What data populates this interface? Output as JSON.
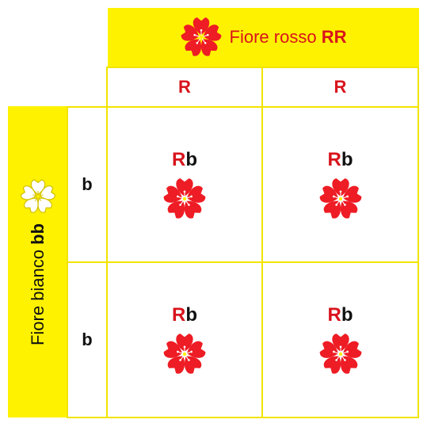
{
  "colors": {
    "yellow": "#fff200",
    "grid_border": "#f2e400",
    "red": "#d8141c",
    "black": "#111111",
    "white_flower": "#ffffff",
    "white_flower_outline": "#d4c400"
  },
  "top_parent": {
    "label_text": "Fiore rosso",
    "label_genotype": "RR",
    "icon": "red-flower-icon",
    "alleles": [
      "R",
      "R"
    ]
  },
  "side_parent": {
    "label_text": "Fiore bianco",
    "label_genotype": "bb",
    "icon": "white-flower-icon",
    "alleles": [
      "b",
      "b"
    ]
  },
  "cells": [
    {
      "allele1": "R",
      "allele2": "b",
      "icon": "red-flower-icon"
    },
    {
      "allele1": "R",
      "allele2": "b",
      "icon": "red-flower-icon"
    },
    {
      "allele1": "R",
      "allele2": "b",
      "icon": "red-flower-icon"
    },
    {
      "allele1": "R",
      "allele2": "b",
      "icon": "red-flower-icon"
    }
  ]
}
